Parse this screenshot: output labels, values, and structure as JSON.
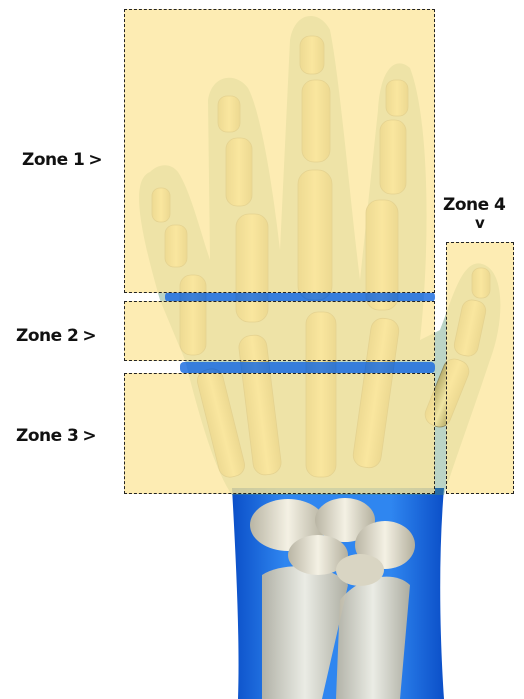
{
  "zones": [
    {
      "label": "Zone 1",
      "marker": ">"
    },
    {
      "label": "Zone 2",
      "marker": ">"
    },
    {
      "label": "Zone 3",
      "marker": ">"
    },
    {
      "label": "Zone 4",
      "marker": "v"
    }
  ],
  "colors": {
    "zone_fill": "#fde79e",
    "skin_blue": "#1f6fe0",
    "bone": "#ece8d8",
    "outline": "#222222"
  }
}
